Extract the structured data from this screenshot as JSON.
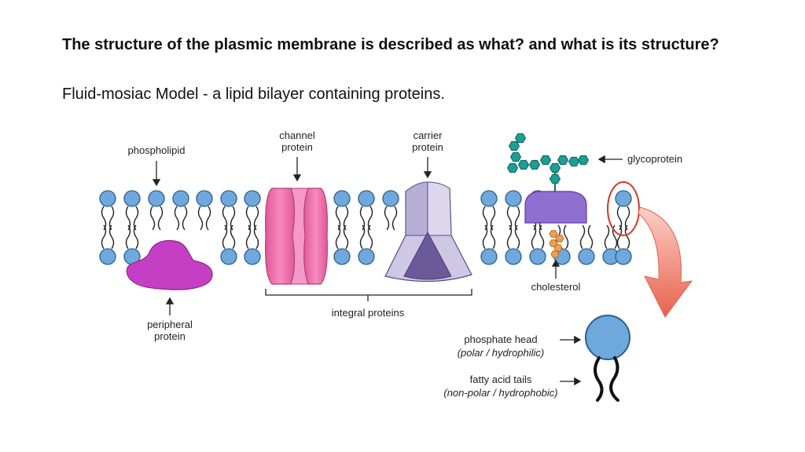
{
  "slide": {
    "question": "The structure of the plasmic membrane is described as what? and what is its structure?",
    "answer": "Fluid-mosiac Model - a lipid bilayer containing proteins."
  },
  "diagram": {
    "labels": {
      "phospholipid": "phospholipid",
      "channel_protein_1": "channel",
      "channel_protein_2": "protein",
      "carrier_protein_1": "carrier",
      "carrier_protein_2": "protein",
      "glycoprotein": "glycoprotein",
      "cholesterol": "cholesterol",
      "peripheral_protein_1": "peripheral",
      "peripheral_protein_2": "protein",
      "integral_proteins": "integral proteins",
      "phosphate_head": "phosphate head",
      "phosphate_head_note": "(polar / hydrophilic)",
      "fatty_acid_tails": "fatty acid tails",
      "fatty_acid_tails_note": "(non-polar / hydrophobic)"
    },
    "colors": {
      "head": "#6fa8dc",
      "head_stroke": "#2b5f8c",
      "peripheral": "#c43fc4",
      "channel": "#f06aa8",
      "carrier": "#c9c2e0",
      "carrier_dark": "#6b5a9a",
      "glycoprotein": "#8f6fcf",
      "sugar": "#1a9e96",
      "cholesterol": "#f0a050",
      "circle": "#d9372c",
      "arrow": "#e8614d"
    }
  }
}
